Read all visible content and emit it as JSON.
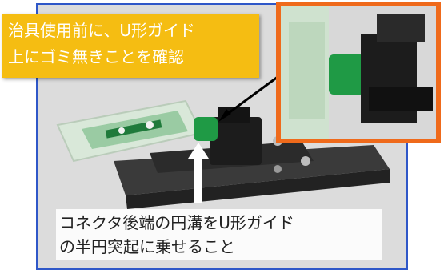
{
  "callout_top": {
    "line1": "治具使用前に、U形ガイド",
    "line2": "上にゴミ無きことを確認"
  },
  "callout_bottom": {
    "line1": "コネクタ後端の円溝をU形ガイド",
    "line2": "の半円突起に乗せること"
  },
  "colors": {
    "frame_border": "#2f57c8",
    "inset_border": "#ef6a1b",
    "callout_bg": "#f5bd12",
    "connector_green": "#1f9a45",
    "jig_black": "#1c1c1c"
  }
}
